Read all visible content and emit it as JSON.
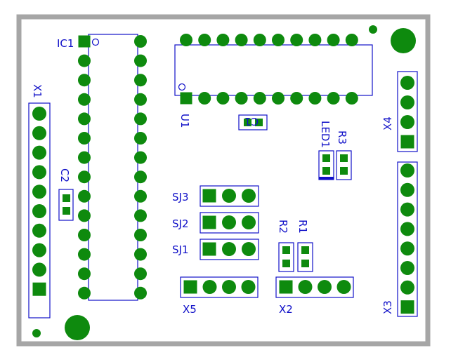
{
  "title": "",
  "colors": {
    "border": "#a6a6a6",
    "background": "#ffffff",
    "copper": "#0e8a0e",
    "silkscreen": "#1010c8"
  },
  "labels": {
    "ic1": "IC1",
    "u1": "U1",
    "c1": "C1",
    "c2": "C2",
    "x1": "X1",
    "x2": "X2",
    "x3": "X3",
    "x4": "X4",
    "x5": "X5",
    "sj1": "SJ1",
    "sj2": "SJ2",
    "sj3": "SJ3",
    "led1": "LED1",
    "r1": "R1",
    "r2": "R2",
    "r3": "R3"
  },
  "components": {
    "ic1_pins_per_side": 14,
    "u1_pins_per_side": 10,
    "x1_pins": 10,
    "x3_pins": 8,
    "x4_pins": 4,
    "x2_pins": 4,
    "x5_pins": 4,
    "solder_jumper_pins": 3
  }
}
